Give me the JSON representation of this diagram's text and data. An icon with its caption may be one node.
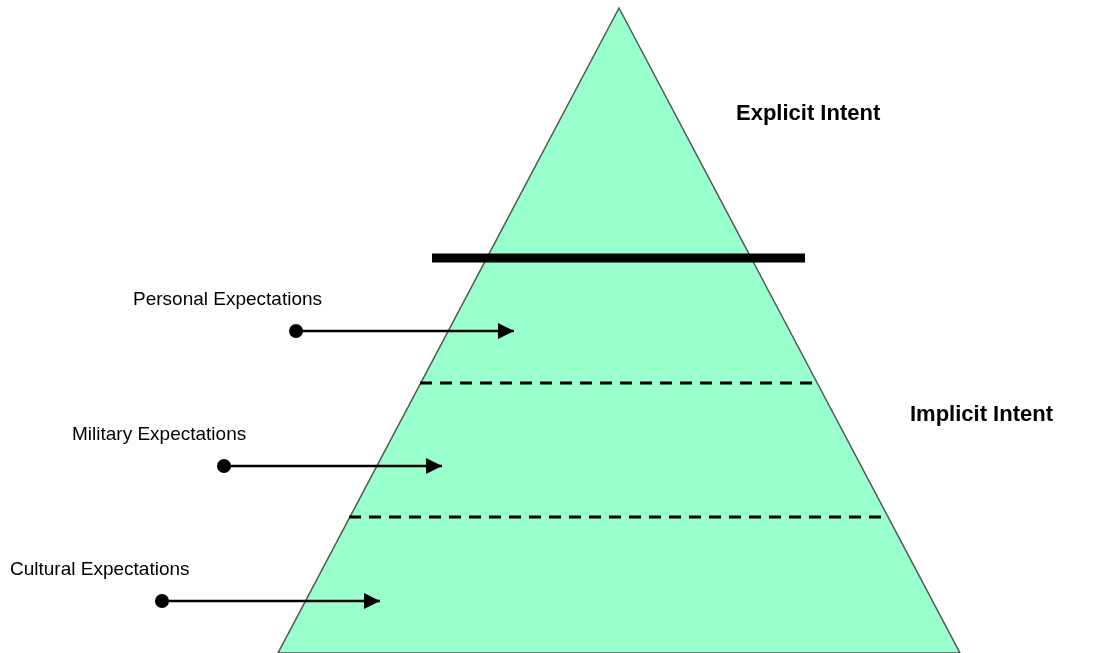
{
  "diagram": {
    "nodes": [
      {
        "text": [
          "Personal Expectations"
        ]
      },
      {
        "text": [
          "Military Expectations"
        ]
      },
      {
        "text": [
          "Cultural Expectations"
        ]
      }
    ],
    "edges": [
      {
        "from": 0,
        "to": null,
        "arrow": "to"
      },
      {
        "from": 1,
        "to": null,
        "arrow": "to"
      },
      {
        "from": 2,
        "to": null,
        "arrow": "to"
      }
    ],
    "labels": [
      "Explicit Intent",
      "Implicit Intent"
    ]
  }
}
